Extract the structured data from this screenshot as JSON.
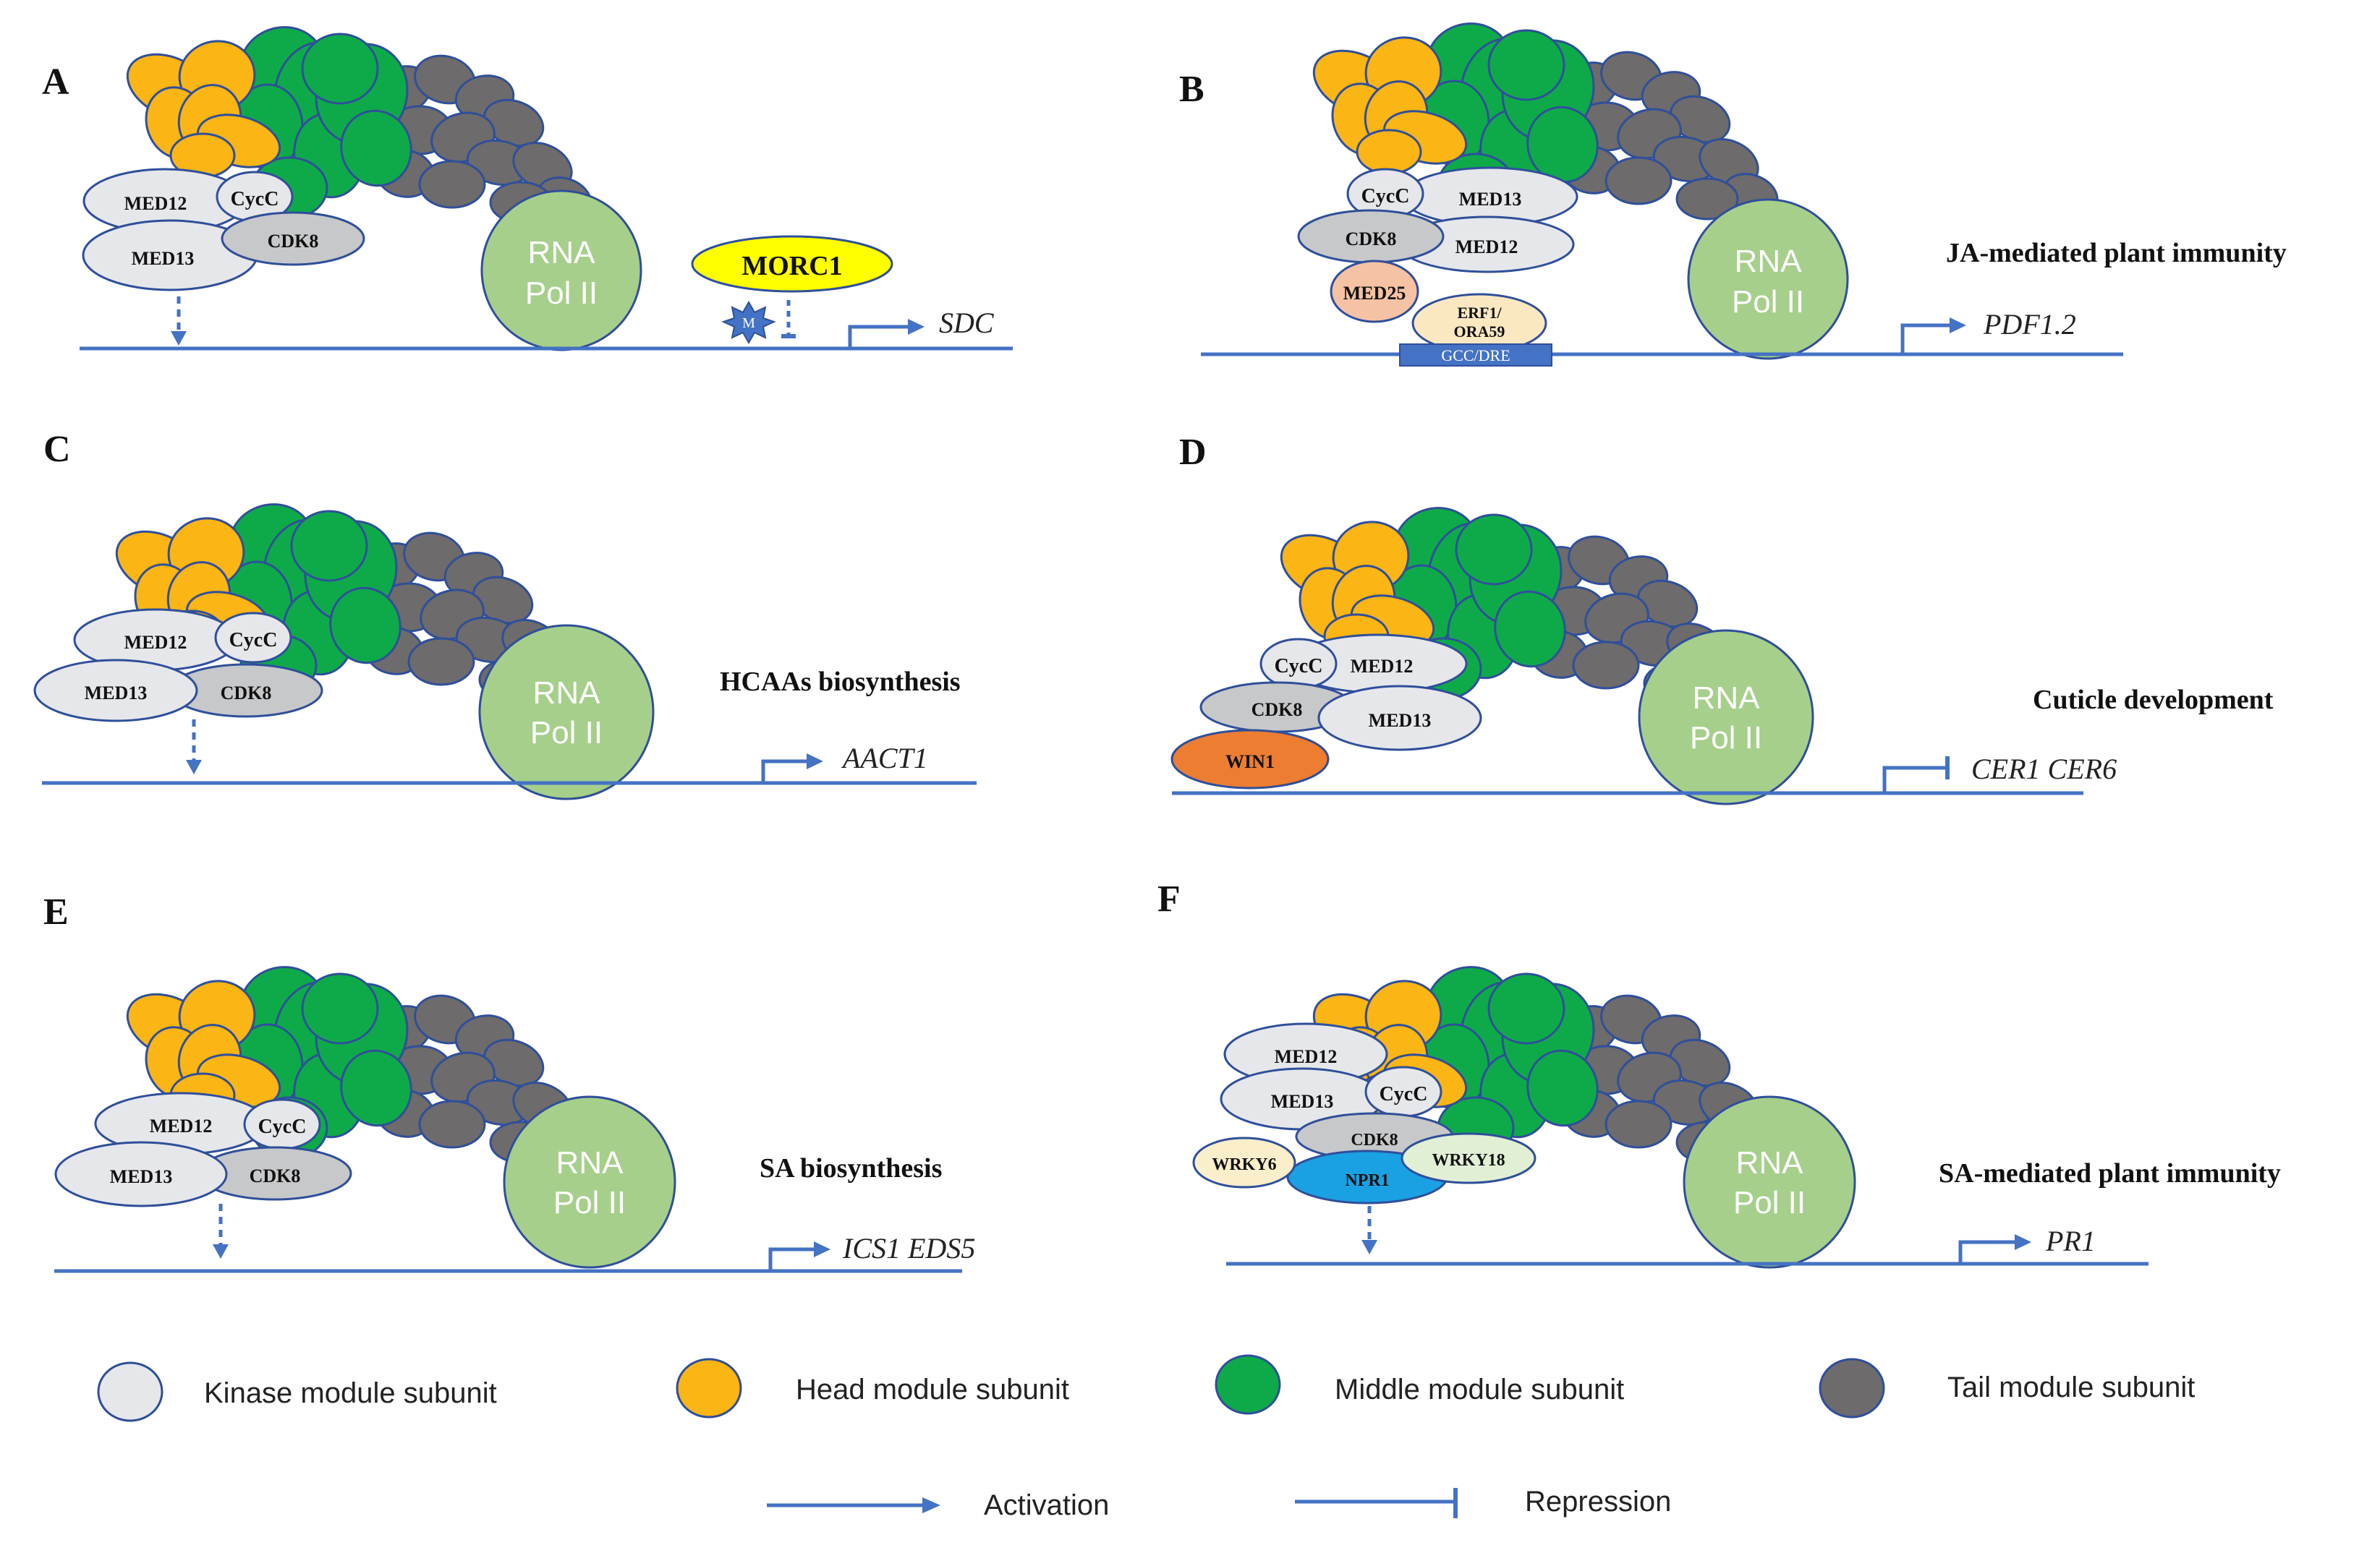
{
  "colors": {
    "kinase": "#e6e7ea",
    "head": "#fbb514",
    "middle": "#0eaa4a",
    "tail": "#6d6b6b",
    "pol": "#a6cf8b",
    "outline": "#2f4f9a",
    "line": "#4472c4",
    "cdk8": "#c7c8ca",
    "morc1": "#ffff00",
    "med25": "#f6c2a4",
    "erf1": "#fbe8c1",
    "win1": "#ed7d31",
    "npr1": "#1aa1e3",
    "wrky6": "#fbeecb",
    "wrky18": "#e1efd5",
    "gcc": "#4472c4"
  },
  "pol_label": [
    "RNA",
    "Pol II"
  ],
  "panels": [
    {
      "id": "A",
      "letter": "A",
      "genes": "SDC",
      "subunits": [
        "MED12",
        "CycC",
        "MED13",
        "CDK8"
      ],
      "factors": [
        "MORC1"
      ],
      "methyl_label": "M"
    },
    {
      "id": "B",
      "letter": "B",
      "process": "JA-mediated plant immunity",
      "genes": "PDF1.2",
      "subunits": [
        "CycC",
        "MED13",
        "CDK8",
        "MED12"
      ],
      "factors": [
        "MED25",
        "ERF1/",
        "ORA59"
      ],
      "element": "GCC/DRE"
    },
    {
      "id": "C",
      "letter": "C",
      "process": "HCAAs biosynthesis",
      "genes": "AACT1",
      "subunits": [
        "MED12",
        "CycC",
        "MED13",
        "CDK8"
      ]
    },
    {
      "id": "D",
      "letter": "D",
      "process": "Cuticle development",
      "genes": "CER1  CER6",
      "subunits": [
        "CycC",
        "MED12",
        "CDK8",
        "MED13"
      ],
      "factors": [
        "WIN1"
      ]
    },
    {
      "id": "E",
      "letter": "E",
      "process": "SA biosynthesis",
      "genes": "ICS1  EDS5",
      "subunits": [
        "MED12",
        "CycC",
        "MED13",
        "CDK8"
      ]
    },
    {
      "id": "F",
      "letter": "F",
      "process": "SA-mediated plant immunity",
      "genes": "PR1",
      "subunits": [
        "MED12",
        "MED13",
        "CycC",
        "CDK8"
      ],
      "factors": [
        "WRKY6",
        "WRKY18",
        "NPR1"
      ]
    }
  ],
  "legend": {
    "kinase": "Kinase module subunit",
    "head": "Head module subunit",
    "middle": "Middle module subunit",
    "tail": "Tail module subunit",
    "activation": "Activation",
    "repression": "Repression"
  }
}
